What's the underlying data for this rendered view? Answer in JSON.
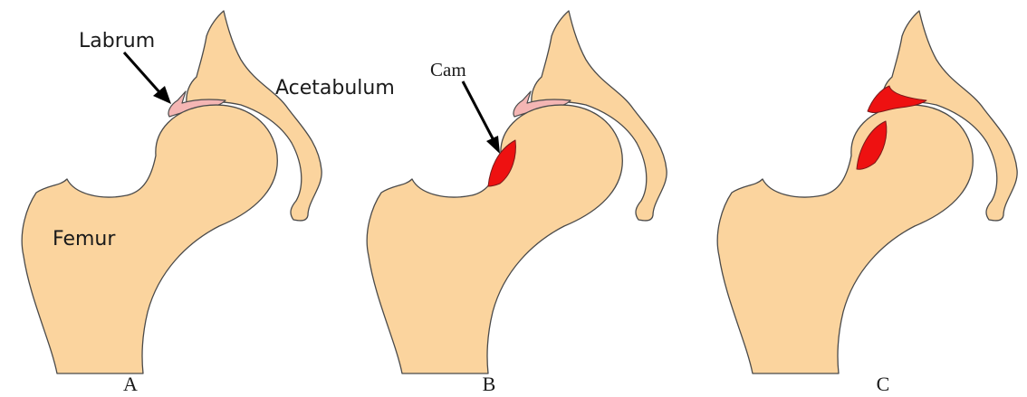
{
  "panels": [
    {
      "letter": "A",
      "labels": {
        "labrum": "Labrum",
        "acetabulum": "Acetabulum",
        "femur": "Femur"
      }
    },
    {
      "letter": "B",
      "labels": {
        "cam": "Cam"
      }
    },
    {
      "letter": "C"
    }
  ],
  "colors": {
    "bone": "#fbd49e",
    "labrum": "#f4b6b4",
    "lesion": "#ee1111",
    "outline": "#4a4a4a"
  }
}
